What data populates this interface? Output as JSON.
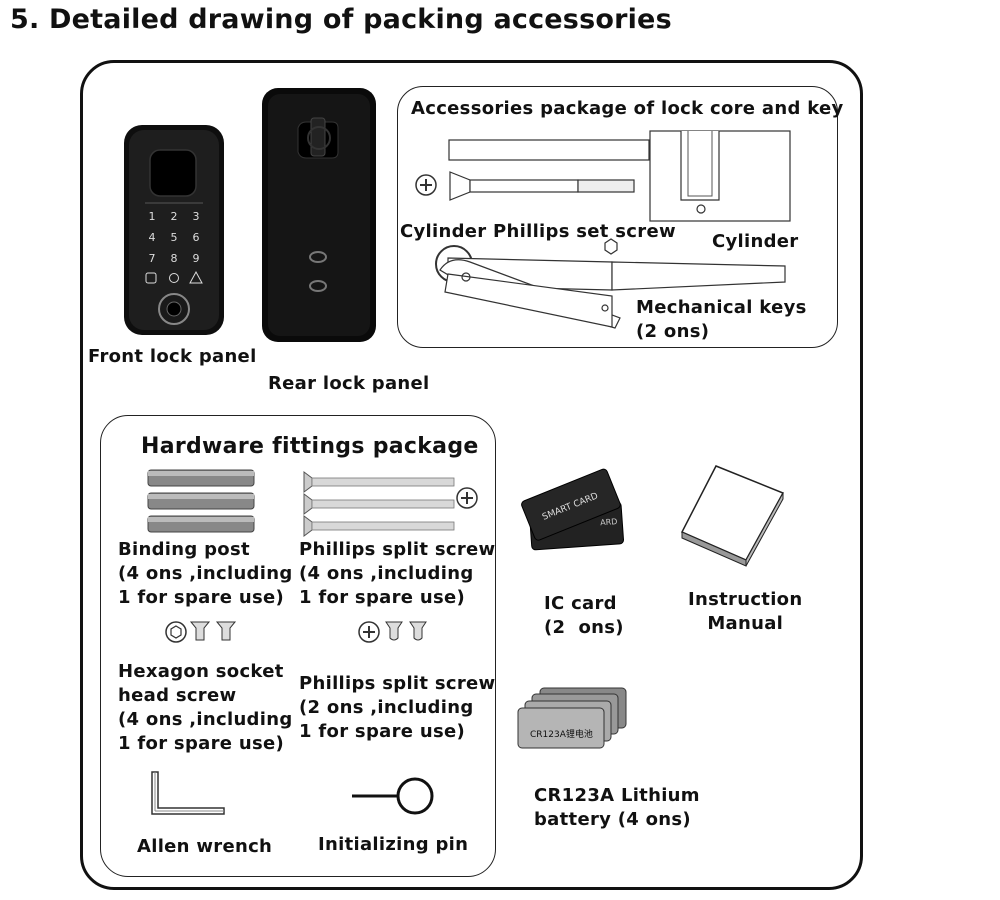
{
  "page": {
    "title": "5. Detailed drawing of packing accessories"
  },
  "panels": {
    "front_label": "Front lock panel",
    "rear_label": "Rear lock panel",
    "keypad": [
      "1",
      "2",
      "3",
      "4",
      "5",
      "6",
      "7",
      "8",
      "9"
    ]
  },
  "accessories_box": {
    "title": "Accessories package of lock core and key",
    "screw_label": "Cylinder Phillips set screw",
    "cylinder_label": "Cylinder",
    "keys_label": "Mechanical keys\n(2 ons)"
  },
  "hardware_box": {
    "title": "Hardware fittings package",
    "binding_post": "Binding post\n(4 ons ,including\n1 for spare use)",
    "phillips_split_1": "Phillips split screw\n(4 ons ,including\n1 for spare use)",
    "hexagon_screw": "Hexagon socket\nhead screw\n(4 ons ,including\n1 for spare use)",
    "phillips_split_2": "Phillips split screw\n(2 ons ,including\n1 for spare use)",
    "allen_wrench": "Allen wrench",
    "initializing_pin": "Initializing pin"
  },
  "other_items": {
    "smart_card_text": "SMART CARD",
    "smart_card_back_text": "ARD",
    "ic_card": "IC card\n(2  ons)",
    "manual": "Instruction\nManual",
    "battery_print": "CR123A锂电池",
    "battery": "CR123A Lithium\nbattery (4 ons)"
  }
}
